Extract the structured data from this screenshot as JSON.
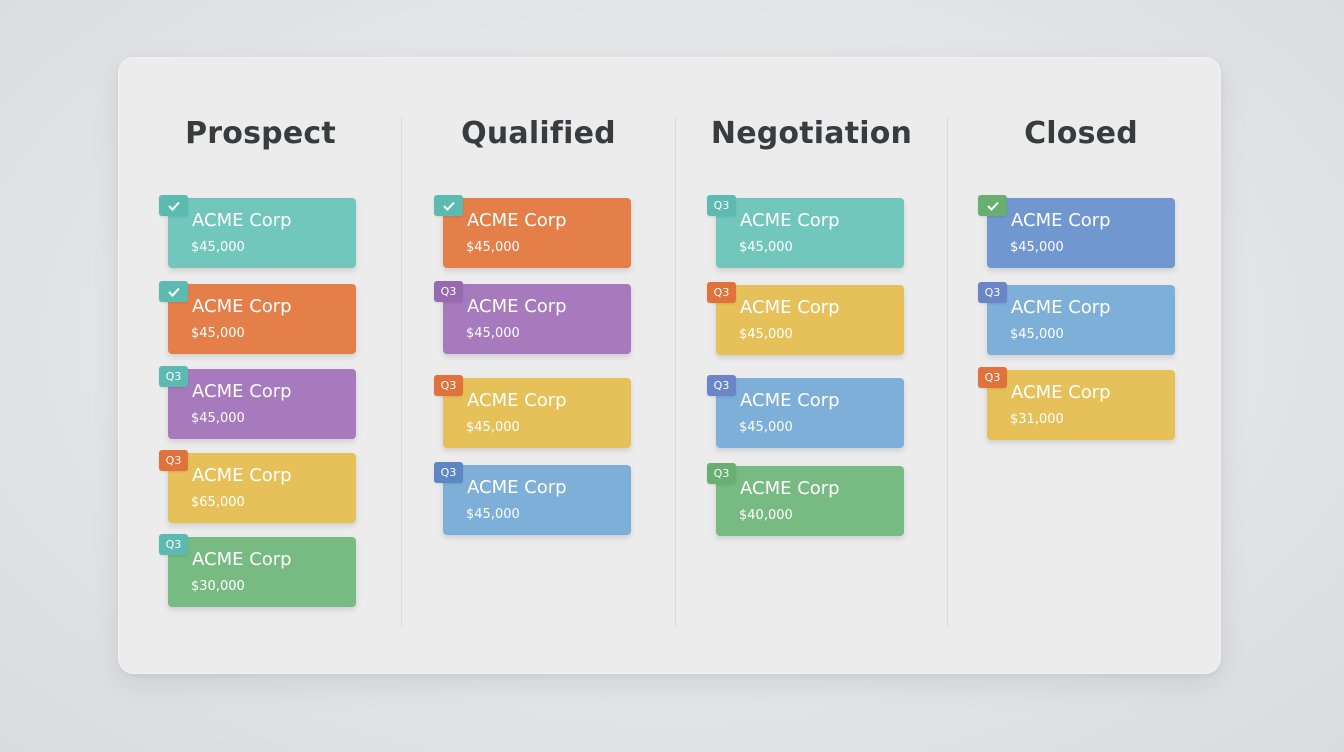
{
  "columns": [
    {
      "title": "Prospect",
      "cards": [
        {
          "name": "ACME Corp",
          "amount": "$45,000",
          "tag": "check",
          "color": "#72c7bd"
        },
        {
          "name": "ACME Corp",
          "amount": "$45,000",
          "tag": "check",
          "color": "#e47f4a"
        },
        {
          "name": "ACME Corp",
          "amount": "$45,000",
          "tag": "Q3",
          "color": "#a779bd"
        },
        {
          "name": "ACME Corp",
          "amount": "$65,000",
          "tag": "Q3",
          "color": "#e6c15a"
        },
        {
          "name": "ACME Corp",
          "amount": "$30,000",
          "tag": "Q3",
          "color": "#77bb82"
        }
      ]
    },
    {
      "title": "Qualified",
      "cards": [
        {
          "name": "ACME Corp",
          "amount": "$45,000",
          "tag": "check",
          "color": "#e47f4a"
        },
        {
          "name": "ACME Corp",
          "amount": "$45,000",
          "tag": "Q3",
          "color": "#a779bd"
        },
        {
          "name": "ACME Corp",
          "amount": "$45,000",
          "tag": "Q3",
          "color": "#e6c15a"
        },
        {
          "name": "ACME Corp",
          "amount": "$45,000",
          "tag": "Q3",
          "color": "#7eafd8"
        }
      ]
    },
    {
      "title": "Negotiation",
      "cards": [
        {
          "name": "ACME Corp",
          "amount": "$45,000",
          "tag": "Q3",
          "color": "#72c7bd"
        },
        {
          "name": "ACME Corp",
          "amount": "$45,000",
          "tag": "Q3",
          "color": "#e6c15a"
        },
        {
          "name": "ACME Corp",
          "amount": "$45,000",
          "tag": "Q3",
          "color": "#7eafd8"
        },
        {
          "name": "ACME Corp",
          "amount": "$40,000",
          "tag": "Q3",
          "color": "#77bb82"
        }
      ]
    },
    {
      "title": "Closed",
      "cards": [
        {
          "name": "ACME Corp",
          "amount": "$45,000",
          "tag": "check",
          "color": "#7197d1"
        },
        {
          "name": "ACME Corp",
          "amount": "$45,000",
          "tag": "Q3",
          "color": "#7eafd8"
        },
        {
          "name": "ACME Corp",
          "amount": "$31,000",
          "tag": "Q3",
          "color": "#e6c15a"
        }
      ]
    }
  ]
}
